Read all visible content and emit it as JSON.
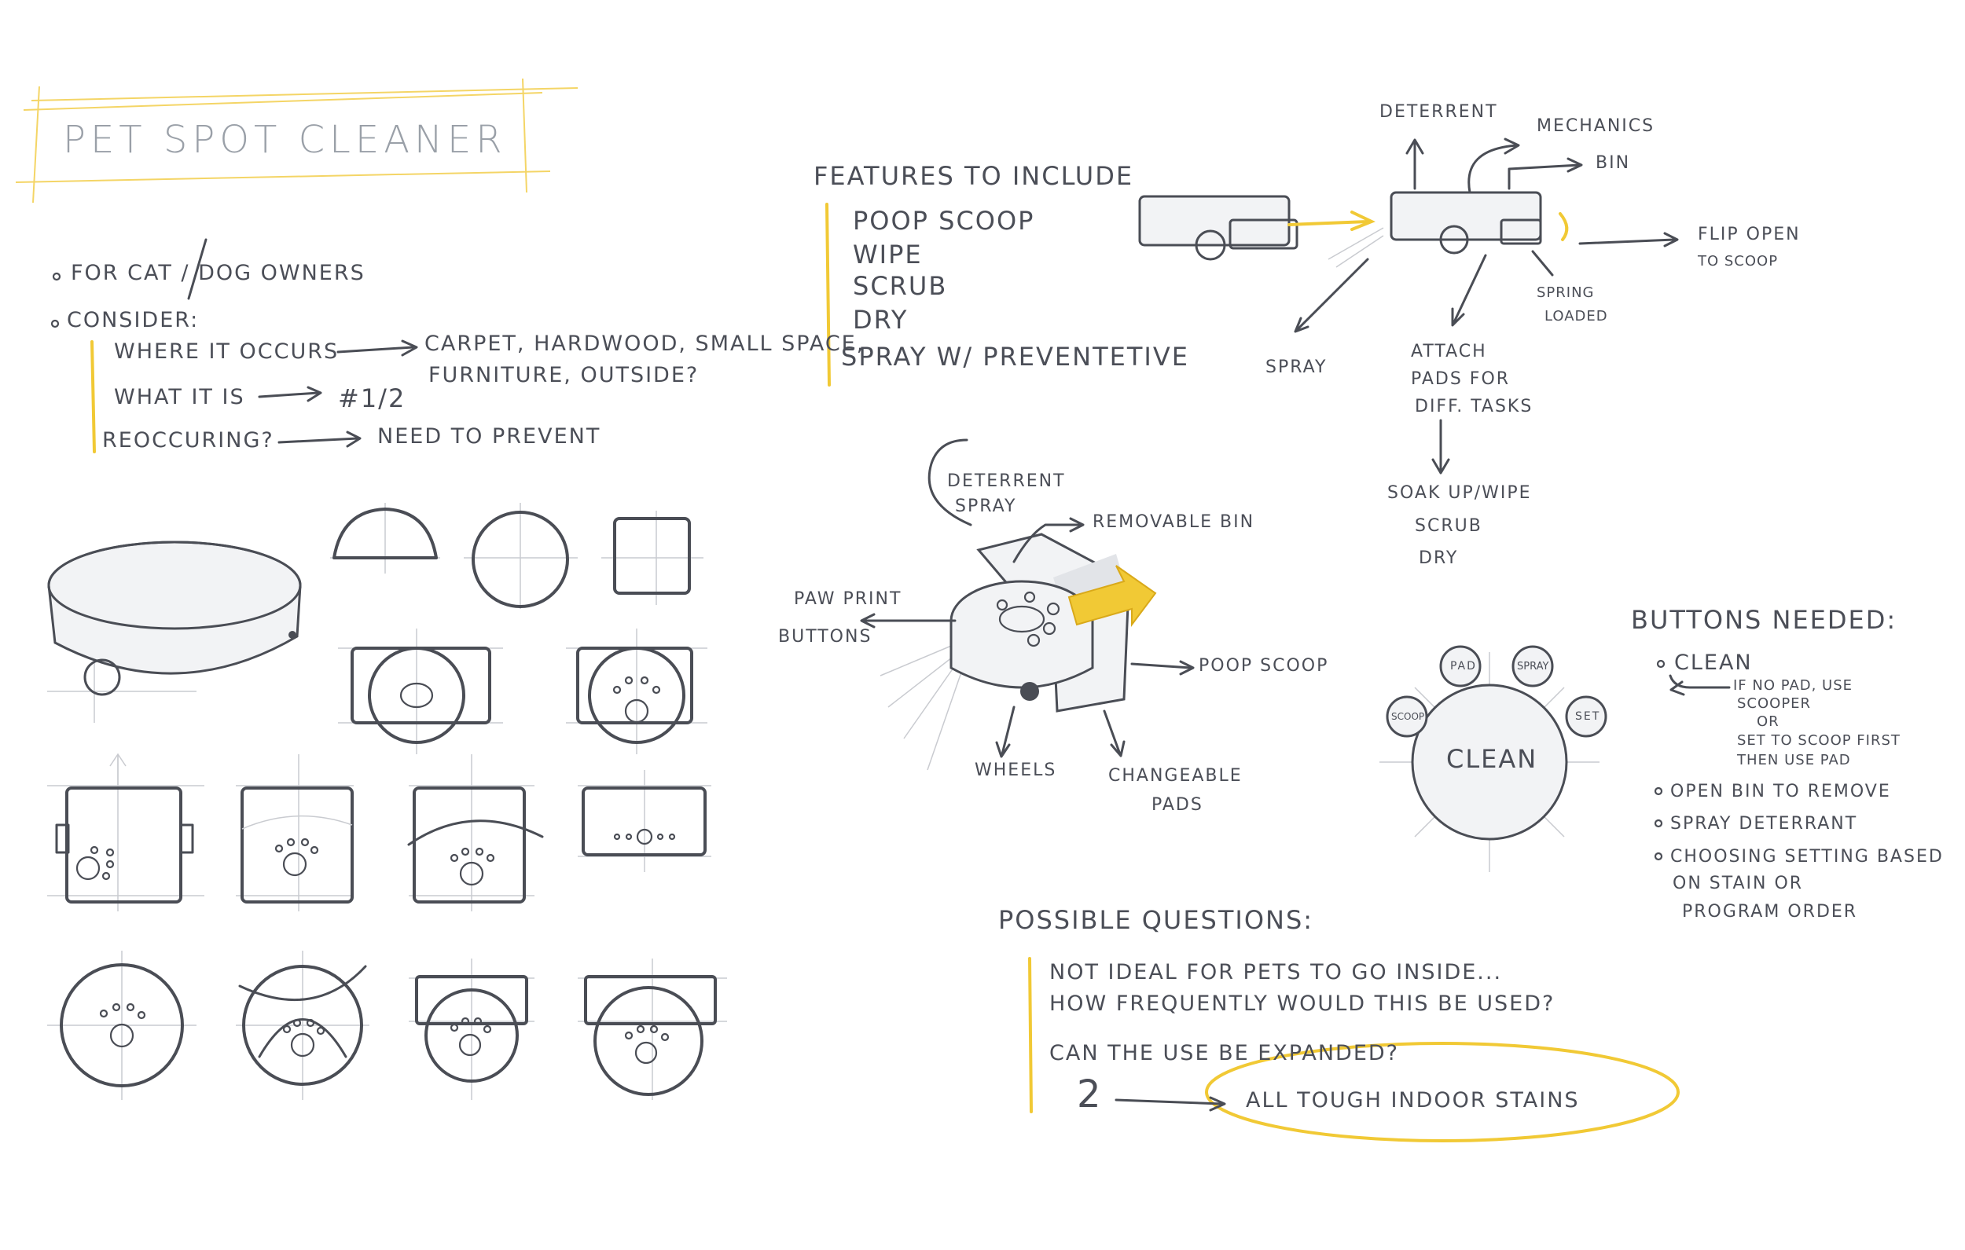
{
  "title": "PET SPOT CLEANER",
  "intro": {
    "line1": "FOR CAT / DOG OWNERS",
    "line2": "CONSIDER:",
    "where_label": "WHERE IT OCCURS",
    "where_value": "CARPET, HARDWOOD, SMALL SPACE,",
    "where_value2": "FURNITURE, OUTSIDE?",
    "what_label": "WHAT IT IS",
    "what_value": "#1/2",
    "reoccur_label": "REOCCURING?",
    "reoccur_value": "NEED TO PREVENT"
  },
  "features": {
    "heading": "FEATURES TO INCLUDE",
    "items": [
      "POOP SCOOP",
      "WIPE",
      "SCRUB",
      "DRY",
      "SPRAY W/ PREVENTETIVE"
    ]
  },
  "mechanics_diagram": {
    "deterrent": "DETERRENT",
    "mechanics": "MECHANICS",
    "bin": "BIN",
    "flip_open": "FLIP OPEN",
    "to_scoop": "TO SCOOP",
    "spring": "SPRING",
    "loaded": "LOADED",
    "spray": "SPRAY",
    "attach_1": "ATTACH",
    "attach_2": "PADS FOR",
    "attach_3": "DIFF. TASKS",
    "soak": "SOAK UP/WIPE",
    "scrub": "SCRUB",
    "dry": "DRY"
  },
  "product_sketch": {
    "deterrent_1": "DETERRENT",
    "deterrent_2": "SPRAY",
    "removable_bin": "REMOVABLE BIN",
    "paw_1": "PAW PRINT",
    "paw_2": "BUTTONS",
    "poop_scoop": "POOP SCOOP",
    "wheels": "WHEELS",
    "pads_1": "CHANGEABLE",
    "pads_2": "PADS"
  },
  "buttons": {
    "heading": "BUTTONS NEEDED:",
    "clean": "CLEAN",
    "clean_note_1": "IF NO PAD, USE",
    "clean_note_2": "SCOOPER",
    "clean_note_3": "OR",
    "clean_note_4": "SET TO SCOOP FIRST",
    "clean_note_5": "THEN USE PAD",
    "open_bin": "OPEN BIN TO REMOVE",
    "spray_det": "SPRAY DETERRANT",
    "choosing_1": "CHOOSING SETTING BASED",
    "choosing_2": "ON STAIN OR",
    "choosing_3": "PROGRAM ORDER",
    "labels": {
      "center": "CLEAN",
      "pad": "PAD",
      "spray": "SPRAY",
      "scoop": "SCOOP",
      "set": "SET"
    }
  },
  "questions": {
    "heading": "POSSIBLE QUESTIONS:",
    "q1": "NOT IDEAL FOR PETS TO GO INSIDE...",
    "q2": "HOW FREQUENTLY WOULD THIS BE USED?",
    "q3": "CAN THE USE BE EXPANDED?",
    "num": "2",
    "answer": "ALL TOUGH INDOOR STAINS"
  },
  "colors": {
    "ink": "#4a4d55",
    "highlight": "#f1c935",
    "guide": "#c9cbd0",
    "title": "#9aa0a8"
  }
}
